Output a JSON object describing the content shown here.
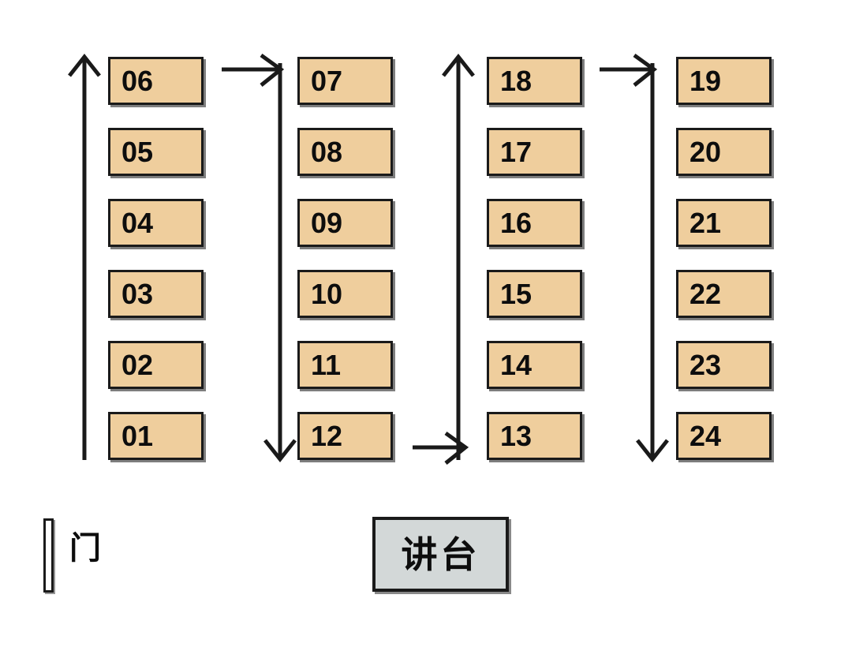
{
  "diagram": {
    "title": "Classroom seating chart",
    "colors": {
      "seat_fill": "#EFCE9D",
      "seat_border": "#1A1A1A",
      "podium_fill": "#D3D8D8",
      "background": "#FFFFFF",
      "arrow": "#1A1A1A"
    },
    "columns": [
      {
        "name": "column-1",
        "order": "bottom-to-top",
        "seats": [
          "06",
          "05",
          "04",
          "03",
          "02",
          "01"
        ]
      },
      {
        "name": "column-2",
        "order": "top-to-bottom",
        "seats": [
          "07",
          "08",
          "09",
          "10",
          "11",
          "12"
        ]
      },
      {
        "name": "column-3",
        "order": "bottom-to-top",
        "seats": [
          "18",
          "17",
          "16",
          "15",
          "14",
          "13"
        ]
      },
      {
        "name": "column-4",
        "order": "top-to-bottom",
        "seats": [
          "19",
          "20",
          "21",
          "22",
          "23",
          "24"
        ]
      }
    ],
    "arrows": [
      {
        "name": "arrow-up-column-1",
        "direction": "up"
      },
      {
        "name": "arrow-right-col1-to-col2",
        "direction": "right"
      },
      {
        "name": "arrow-down-column-2",
        "direction": "down"
      },
      {
        "name": "arrow-right-col2-to-col3",
        "direction": "right"
      },
      {
        "name": "arrow-up-column-3",
        "direction": "up"
      },
      {
        "name": "arrow-right-col3-to-col4",
        "direction": "right"
      },
      {
        "name": "arrow-down-column-4",
        "direction": "down"
      }
    ],
    "door": {
      "label": "门"
    },
    "podium": {
      "label": "讲台"
    }
  }
}
